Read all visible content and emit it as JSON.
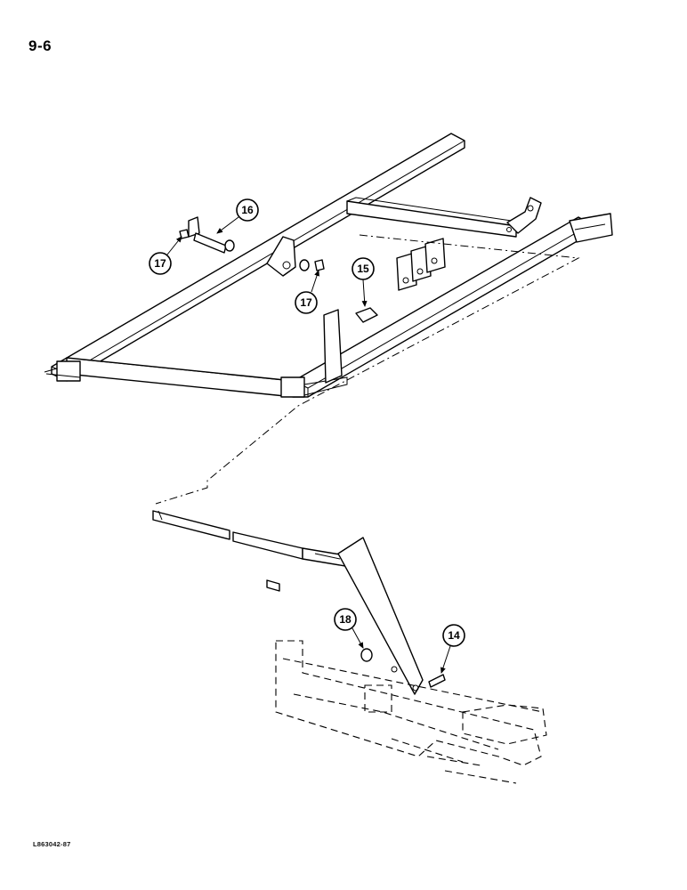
{
  "page": {
    "number": "9-6",
    "drawing_code": "L863042-87"
  },
  "callouts": [
    {
      "id": "callout-14",
      "label": "14"
    },
    {
      "id": "callout-15",
      "label": "15"
    },
    {
      "id": "callout-16",
      "label": "16"
    },
    {
      "id": "callout-17a",
      "label": "17"
    },
    {
      "id": "callout-17b",
      "label": "17"
    },
    {
      "id": "callout-18",
      "label": "18"
    }
  ]
}
